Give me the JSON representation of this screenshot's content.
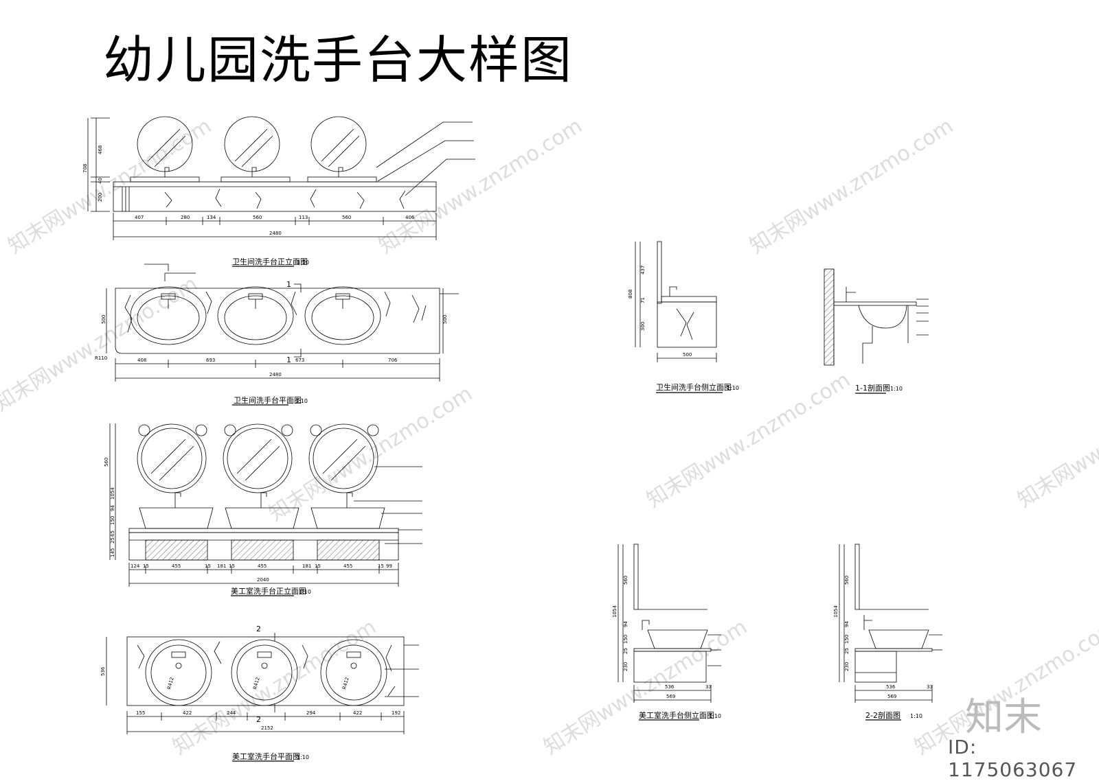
{
  "title": "幼儿园洗手台大样图",
  "brand": "知末",
  "id_text": "ID: 1175063067",
  "views": {
    "v1": {
      "label": "卫生间洗手台正立面图",
      "scale": "1:10"
    },
    "v2": {
      "label": "卫生间洗手台平面图",
      "scale": "1:10"
    },
    "v3": {
      "label": "美工室洗手台正立面图",
      "scale": "1:10"
    },
    "v4": {
      "label": "美工室洗手台平面图",
      "scale": "1:10"
    },
    "v5": {
      "label": "卫生间洗手台侧立面图",
      "scale": "1:10"
    },
    "v6": {
      "label": "1-1剖面图",
      "scale": "1:10"
    },
    "v7": {
      "label": "美工室洗手台侧立面图",
      "scale": "1:10"
    },
    "v8": {
      "label": "2-2剖面图",
      "scale": "1:10"
    }
  },
  "dims": {
    "v1_bottom": [
      "407",
      "280",
      "134",
      "560",
      "113",
      "560",
      "406"
    ],
    "v1_total": "2480",
    "v1_left": [
      "468",
      "708",
      "40",
      "200"
    ],
    "v2_bottom": [
      "408",
      "693",
      "673",
      "706"
    ],
    "v2_total": "2480",
    "v2_side": "500",
    "v2_radius": "R110",
    "v3_bottom": [
      "124",
      "15",
      "455",
      "15",
      "181",
      "15",
      "455",
      "181",
      "15",
      "455",
      "15",
      "99"
    ],
    "v3_total": "2040",
    "v3_left": [
      "560",
      "1054",
      "94",
      "150",
      "65",
      "25",
      "145"
    ],
    "v4_bottom": [
      "155",
      "422",
      "244",
      "294",
      "422",
      "192"
    ],
    "v4_total": "2152",
    "v4_side": "536",
    "v4_radius": "R412",
    "v5_left": [
      "437",
      "808",
      "71",
      "300"
    ],
    "v5_bottom": "500",
    "v7_left": [
      "560",
      "1054",
      "94",
      "150",
      "25",
      "230"
    ],
    "v7_bottom": [
      "536",
      "33",
      "569"
    ],
    "v8_left": [
      "560",
      "1054",
      "94",
      "150",
      "25",
      "230"
    ],
    "v8_bottom": [
      "536",
      "33",
      "569"
    ]
  },
  "section_marks": {
    "one": "1",
    "two": "2"
  },
  "colors": {
    "line": "#000000",
    "watermark": "#d6d6d6"
  }
}
